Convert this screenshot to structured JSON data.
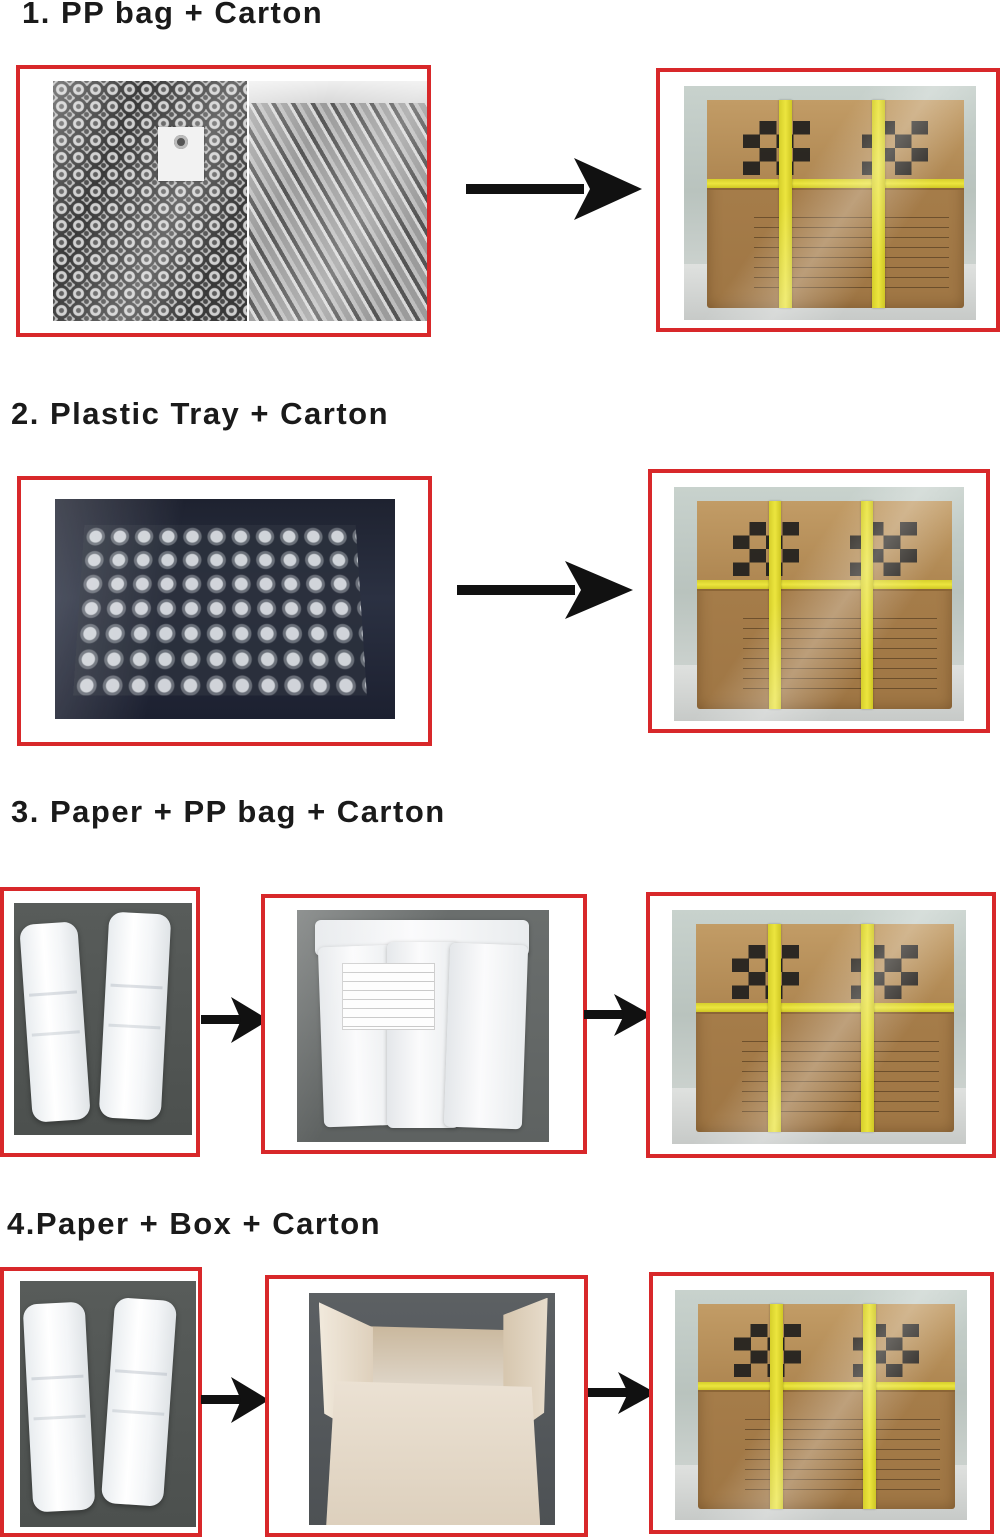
{
  "sections": [
    {
      "title": "1. PP bag + Carton"
    },
    {
      "title": "2. Plastic Tray + Carton"
    },
    {
      "title": "3. Paper + PP bag + Carton"
    },
    {
      "title": "4.Paper + Box + Carton"
    }
  ],
  "colors": {
    "frame": "#d8282a",
    "arrow": "#111111",
    "heading": "#1a1a1a",
    "strap": "#e5de37",
    "carton": "#a67d4a"
  }
}
